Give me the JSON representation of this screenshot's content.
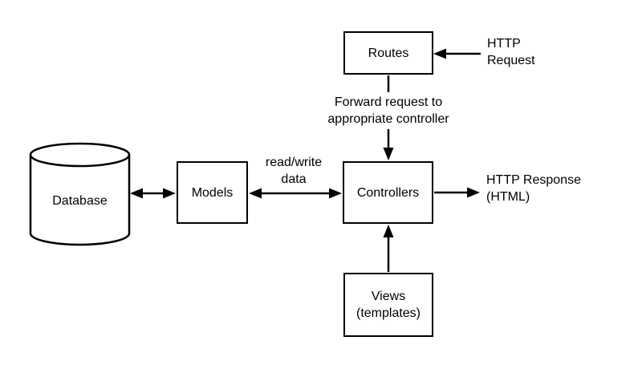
{
  "diagram": {
    "boxes": {
      "routes": "Routes",
      "models": "Models",
      "controllers": "Controllers",
      "views_line1": "Views",
      "views_line2": "(templates)",
      "database": "Database"
    },
    "edge_labels": {
      "http_request_line1": "HTTP",
      "http_request_line2": "Request",
      "forward_line1": "Forward request to",
      "forward_line2": "appropriate controller",
      "read_write_line1": "read/write",
      "read_write_line2": "data",
      "http_response_line1": "HTTP Response",
      "http_response_line2": "(HTML)"
    },
    "edges": [
      {
        "from": "HTTP Request",
        "to": "Routes",
        "direction": "one-way",
        "label": "HTTP Request"
      },
      {
        "from": "Routes",
        "to": "Controllers",
        "direction": "one-way",
        "label": "Forward request to appropriate controller"
      },
      {
        "from": "Database",
        "to": "Models",
        "direction": "two-way",
        "label": ""
      },
      {
        "from": "Models",
        "to": "Controllers",
        "direction": "two-way",
        "label": "read/write data"
      },
      {
        "from": "Controllers",
        "to": "HTTP Response (HTML)",
        "direction": "one-way",
        "label": "HTTP Response (HTML)"
      },
      {
        "from": "Views (templates)",
        "to": "Controllers",
        "direction": "one-way",
        "label": ""
      }
    ],
    "colors": {
      "background": "#ffffff",
      "line": "#000000",
      "text": "#000000"
    }
  }
}
